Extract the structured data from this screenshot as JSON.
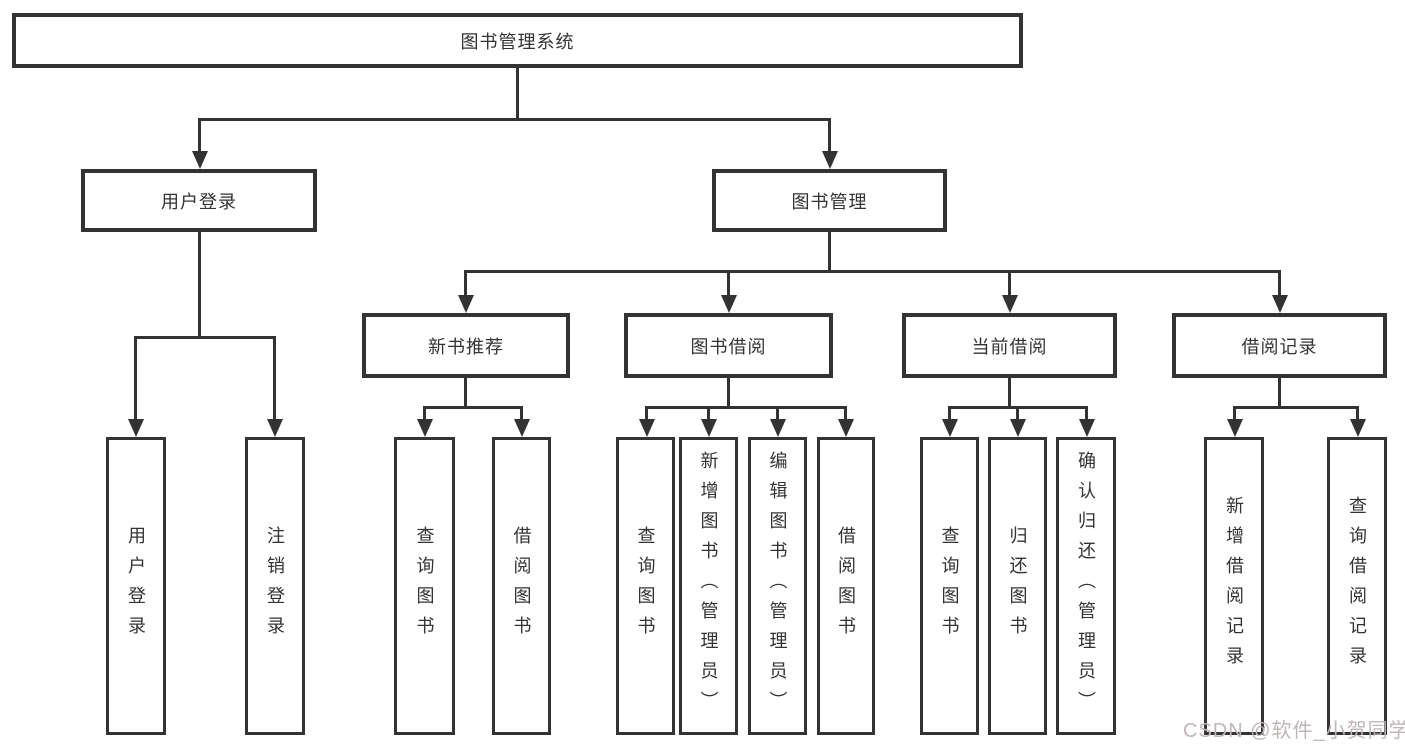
{
  "diagram": {
    "root": {
      "label": "图书管理系统"
    },
    "level2": {
      "user_login": {
        "label": "用户登录"
      },
      "book_mgmt": {
        "label": "图书管理"
      }
    },
    "level3": {
      "new_book_rec": {
        "label": "新书推荐"
      },
      "book_borrow": {
        "label": "图书借阅"
      },
      "current_borrow": {
        "label": "当前借阅"
      },
      "borrow_records": {
        "label": "借阅记录"
      }
    },
    "leaves": {
      "user_login": {
        "label": "用户登录"
      },
      "logout": {
        "label": "注销登录"
      },
      "nb_query_book": {
        "label": "查询图书"
      },
      "nb_borrow_book": {
        "label": "借阅图书"
      },
      "bb_query_book": {
        "label": "查询图书"
      },
      "bb_add_book": {
        "label": "新增图书（管理员）"
      },
      "bb_edit_book": {
        "label": "编辑图书（管理员）"
      },
      "bb_borrow_book": {
        "label": "借阅图书"
      },
      "cb_query_book": {
        "label": "查询图书"
      },
      "cb_return_book": {
        "label": "归还图书"
      },
      "cb_confirm_return": {
        "label": "确认归还（管理员）"
      },
      "br_add_record": {
        "label": "新增借阅记录"
      },
      "br_query_record": {
        "label": "查询借阅记录"
      }
    }
  },
  "watermark": {
    "text": "CSDN @软件_小贺同学"
  },
  "colors": {
    "line": "#333333",
    "text": "#333333",
    "background": "#ffffff",
    "watermark": "#c0b6b6"
  }
}
